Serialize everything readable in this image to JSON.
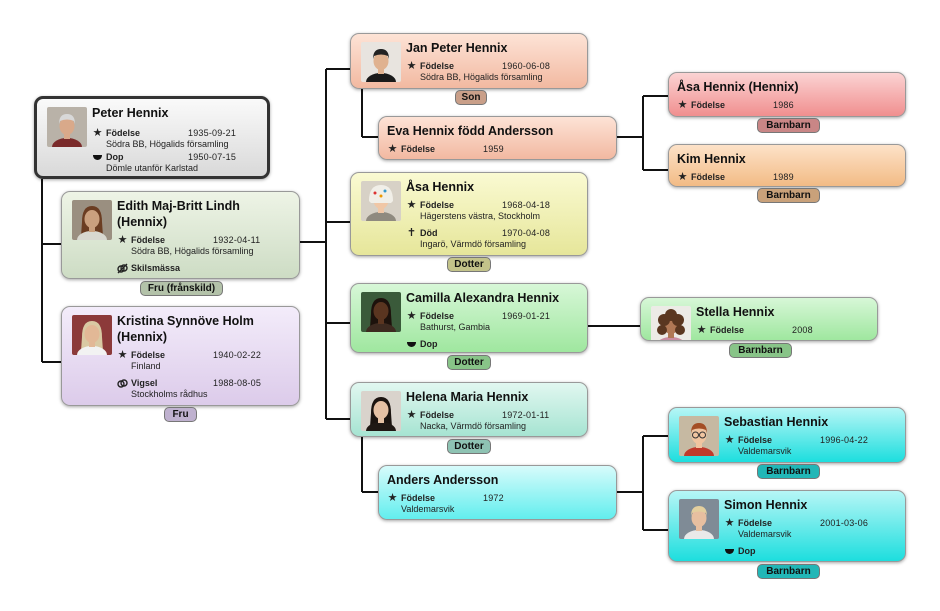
{
  "people": [
    {
      "id": "peter",
      "name": "Peter Hennix",
      "theme": "gray",
      "photo": "man-gray",
      "selected": true,
      "events": [
        {
          "icon": "star",
          "label": "Födelse",
          "date": "1935-09-21",
          "place": "Södra BB, Högalids församling"
        },
        {
          "icon": "bowl",
          "label": "Dop",
          "date": "1950-07-15",
          "place": "Dömle utanför Karlstad"
        }
      ]
    },
    {
      "id": "edith",
      "name": "Edith Maj-Britt Lindh (Hennix)",
      "theme": "sage",
      "photo": "woman-brown",
      "events": [
        {
          "icon": "star",
          "label": "Födelse",
          "date": "1932-04-11",
          "place": "Södra BB, Högalids församling"
        },
        {
          "icon": "divorce",
          "label": "Skilsmässa",
          "date": "",
          "place": ""
        }
      ],
      "tag": "Fru (frånskild)"
    },
    {
      "id": "kristina",
      "name": "Kristina Synnöve Holm (Hennix)",
      "theme": "lavender",
      "photo": "woman-blonde",
      "events": [
        {
          "icon": "star",
          "label": "Födelse",
          "date": "1940-02-22",
          "place": "Finland"
        },
        {
          "icon": "rings",
          "label": "Vigsel",
          "date": "1988-08-05",
          "place": "Stockholms rådhus"
        }
      ],
      "tag": "Fru"
    },
    {
      "id": "janpeter",
      "name": "Jan Peter Hennix",
      "theme": "salmon",
      "photo": "man-dark",
      "events": [
        {
          "icon": "star",
          "label": "Födelse",
          "date": "1960-06-08",
          "place": "Södra BB, Högalids församling"
        }
      ],
      "tag": "Son"
    },
    {
      "id": "eva",
      "name": "Eva Hennix född Andersson",
      "theme": "salmon",
      "events": [
        {
          "icon": "star",
          "label": "Födelse",
          "date": "1959",
          "place": ""
        }
      ]
    },
    {
      "id": "asa",
      "name": "Åsa Hennix",
      "theme": "yellow",
      "photo": "child-hat",
      "events": [
        {
          "icon": "star",
          "label": "Födelse",
          "date": "1968-04-18",
          "place": "Hägerstens västra, Stockholm"
        },
        {
          "icon": "cross",
          "label": "Död",
          "date": "1970-04-08",
          "place": "Ingarö, Värmdö församling"
        }
      ],
      "tag": "Dotter"
    },
    {
      "id": "camilla",
      "name": "Camilla Alexandra Hennix",
      "theme": "green",
      "photo": "woman-dark",
      "events": [
        {
          "icon": "star",
          "label": "Födelse",
          "date": "1969-01-21",
          "place": "Bathurst, Gambia"
        },
        {
          "icon": "bowl",
          "label": "Dop",
          "date": "",
          "place": ""
        }
      ],
      "tag": "Dotter"
    },
    {
      "id": "helena",
      "name": "Helena Maria Hennix",
      "theme": "mint",
      "photo": "woman-darkhair",
      "events": [
        {
          "icon": "star",
          "label": "Födelse",
          "date": "1972-01-11",
          "place": "Nacka, Värmdö församling"
        }
      ],
      "tag": "Dotter"
    },
    {
      "id": "anders",
      "name": "Anders Andersson",
      "theme": "cyan",
      "events": [
        {
          "icon": "star",
          "label": "Födelse",
          "date": "1972",
          "place": "Valdemarsvik"
        }
      ]
    },
    {
      "id": "asa2",
      "name": "Åsa Hennix (Hennix)",
      "theme": "red",
      "events": [
        {
          "icon": "star",
          "label": "Födelse",
          "date": "1986",
          "place": ""
        }
      ],
      "tag": "Barnbarn"
    },
    {
      "id": "kim",
      "name": "Kim Hennix",
      "theme": "orange",
      "events": [
        {
          "icon": "star",
          "label": "Födelse",
          "date": "1989",
          "place": ""
        }
      ],
      "tag": "Barnbarn"
    },
    {
      "id": "stella",
      "name": "Stella Hennix",
      "theme": "green",
      "photo": "child-curly",
      "events": [
        {
          "icon": "star",
          "label": "Födelse",
          "date": "2008",
          "place": ""
        }
      ],
      "tag": "Barnbarn"
    },
    {
      "id": "sebastian",
      "name": "Sebastian Hennix",
      "theme": "teal",
      "photo": "boy-glasses",
      "events": [
        {
          "icon": "star",
          "label": "Födelse",
          "date": "1996-04-22",
          "place": "Valdemarsvik"
        }
      ],
      "tag": "Barnbarn"
    },
    {
      "id": "simon",
      "name": "Simon Hennix",
      "theme": "teal",
      "photo": "boy-blond",
      "events": [
        {
          "icon": "star",
          "label": "Födelse",
          "date": "2001-03-06",
          "place": "Valdemarsvik"
        },
        {
          "icon": "bowl",
          "label": "Dop",
          "date": "",
          "place": ""
        }
      ],
      "tag": "Barnbarn"
    }
  ],
  "themes": {
    "gray": {
      "top": "#fafafa",
      "bottom": "#d9d9d9",
      "tag": "#c9c9c9"
    },
    "sage": {
      "top": "#eef4e6",
      "bottom": "#cddcc4",
      "tag": "#b3c2a9"
    },
    "lavender": {
      "top": "#f3ecfa",
      "bottom": "#dccbea",
      "tag": "#bfb1cf"
    },
    "salmon": {
      "top": "#fde3d6",
      "bottom": "#f2b9a1",
      "tag": "#c99f89"
    },
    "yellow": {
      "top": "#fafad2",
      "bottom": "#e6e69a",
      "tag": "#c3c38a"
    },
    "green": {
      "top": "#d7f7d7",
      "bottom": "#9fe79f",
      "tag": "#88c488"
    },
    "mint": {
      "top": "#e1f7f0",
      "bottom": "#a6e4d2",
      "tag": "#8ec3b3"
    },
    "cyan": {
      "top": "#d7fbfb",
      "bottom": "#62eeee",
      "tag": "#55c6c6"
    },
    "red": {
      "top": "#fbd3d3",
      "bottom": "#f08f8f",
      "tag": "#c98686"
    },
    "orange": {
      "top": "#fde2c8",
      "bottom": "#f2bb85",
      "tag": "#c9a17a"
    },
    "teal": {
      "top": "#b6f6f6",
      "bottom": "#1ddede",
      "tag": "#22b7b7"
    }
  }
}
